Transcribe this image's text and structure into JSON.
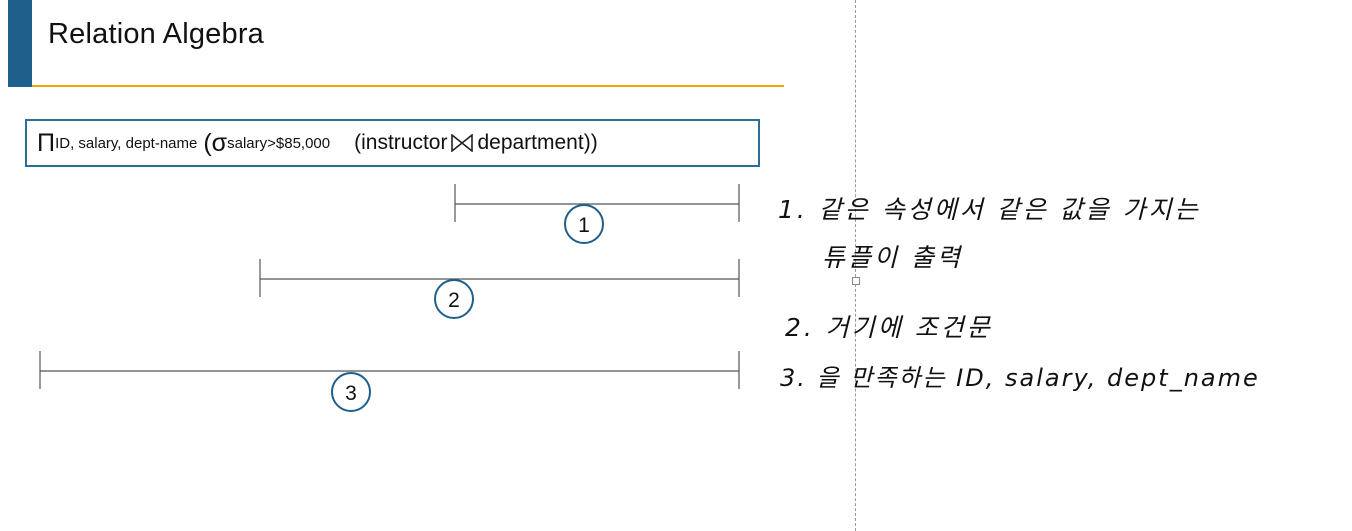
{
  "slide": {
    "title": "Relation Algebra",
    "accent_color": "#1f5f8b",
    "rule_color": "#f0a500"
  },
  "formula": {
    "pi_symbol": "Π",
    "projection_attrs": "ID, salary, dept-name",
    "open_paren": "(",
    "sigma_symbol": "σ",
    "selection_condition": "salary>$85,000",
    "expression": "(instructor",
    "join_icon": "natural-join-icon",
    "expression_end": "department))"
  },
  "brackets": [
    {
      "label": "1"
    },
    {
      "label": "2"
    },
    {
      "label": "3"
    }
  ],
  "notes": {
    "line1": "1. 같은 속성에서 같은 값을 가지는",
    "line1b": "튜플이 출력",
    "line2": "2. 거기에 조건문",
    "line3": "3. 을 만족하는 ID, salary, dept_name"
  }
}
